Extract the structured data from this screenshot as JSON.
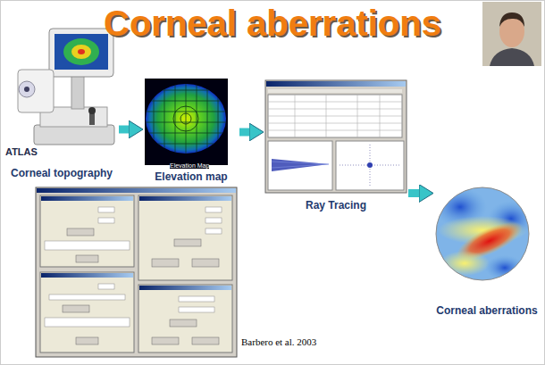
{
  "diagram": {
    "title": "Corneal aberrations",
    "nodes": [
      {
        "text": [
          "Corneal topography"
        ]
      },
      {
        "text": [
          "Elevation map"
        ]
      },
      {
        "text": [
          "Ray Tracing"
        ]
      },
      {
        "text": [
          "Corneal aberrations"
        ]
      }
    ],
    "edges": [
      {
        "from": 0,
        "to": 1,
        "arrow": "to"
      },
      {
        "from": 1,
        "to": 2,
        "arrow": "to"
      },
      {
        "from": 2,
        "to": 3,
        "arrow": "to"
      }
    ],
    "labels": [
      "ATLAS",
      "Elevation Map",
      "Barbero et al. 2003"
    ]
  }
}
